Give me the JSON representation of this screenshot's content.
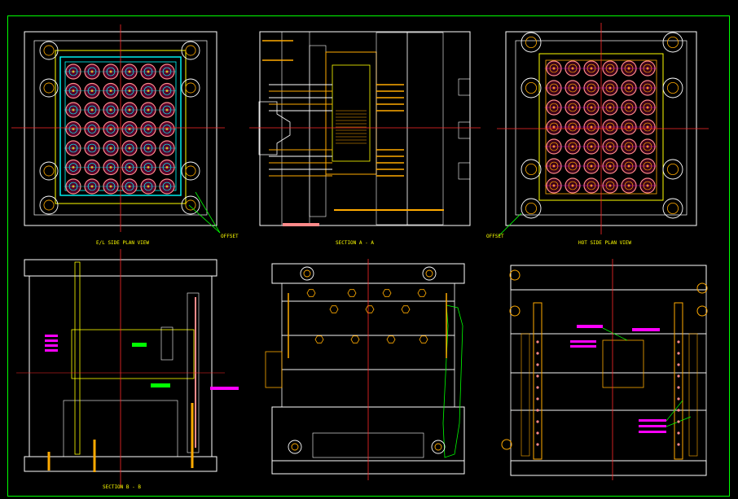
{
  "views": {
    "el_side": {
      "label": "E/L SIDE PLAN VIEW"
    },
    "section_aa": {
      "label": "SECTION A - A"
    },
    "hot_side": {
      "label": "HOT SIDE PLAN VIEW"
    },
    "section_bb": {
      "label": "SECTION B - B"
    }
  },
  "annotations": {
    "offset_left": "OFFSET",
    "offset_right": "OFFSET"
  },
  "colors": {
    "background": "#000000",
    "border": "#00ff00",
    "outline": "#ffffff",
    "centerline": "#ff2a2a",
    "cavity": "#ff8a8a",
    "manifold": "#00ffff",
    "leader": "#00ff00",
    "text": "#ffff00",
    "highlight": "#ff00ff",
    "component": "#ffaa00"
  }
}
